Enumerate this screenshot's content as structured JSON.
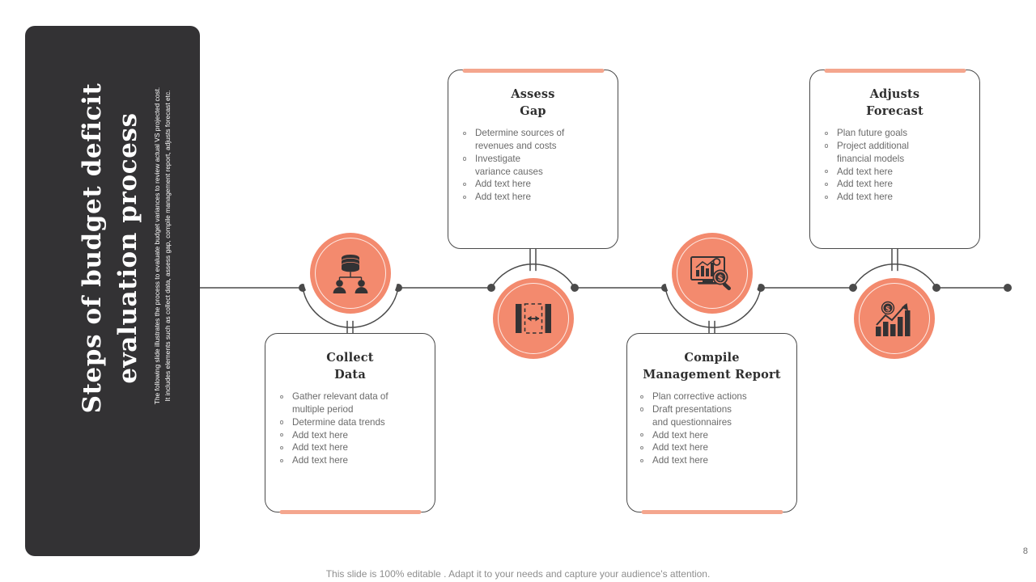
{
  "slide": {
    "title": "Steps of budget deficit\nevaluation process",
    "subtitle": "The following slide illustrates the process to evaluate budget variances to review actual VS projected cost.\nIt includes elements  such as collect data, assess gap, compile management  report, adjusts forecast etc.",
    "footer_note": "This slide is 100% editable . Adapt it to your needs and capture your audience's attention.",
    "page_number": "8"
  },
  "colors": {
    "panel": "#333234",
    "accent": "#F38A6E",
    "accent_light": "#F4A68E",
    "line": "#4a4a4a",
    "body_text": "#6a6a6a"
  },
  "steps": [
    {
      "id": "collect-data",
      "title": "Collect\nData",
      "icon": "database-users-icon",
      "position": "bottom",
      "bullets": [
        "Gather relevant  data of\nmultiple period",
        "Determine  data trends",
        "Add text here",
        "Add text here",
        "Add text here"
      ]
    },
    {
      "id": "assess-gap",
      "title": "Assess\nGap",
      "icon": "gap-measure-icon",
      "position": "top",
      "bullets": [
        "Determine  sources of\nrevenues  and costs",
        "Investigate\nvariance  causes",
        "Add text here",
        "Add text here"
      ]
    },
    {
      "id": "compile-management-report",
      "title": "Compile\nManagement Report",
      "icon": "report-search-icon",
      "position": "bottom",
      "bullets": [
        "Plan corrective  actions",
        "Draft presentations\nand questionnaires",
        "Add text here",
        "Add text here",
        "Add text here"
      ]
    },
    {
      "id": "adjusts-forecast",
      "title": "Adjusts\nForecast",
      "icon": "growth-chart-dollar-icon",
      "position": "top",
      "bullets": [
        "Plan future  goals",
        "Project additional\nfinancial  models",
        "Add text here",
        "Add text here",
        "Add text here"
      ]
    }
  ]
}
